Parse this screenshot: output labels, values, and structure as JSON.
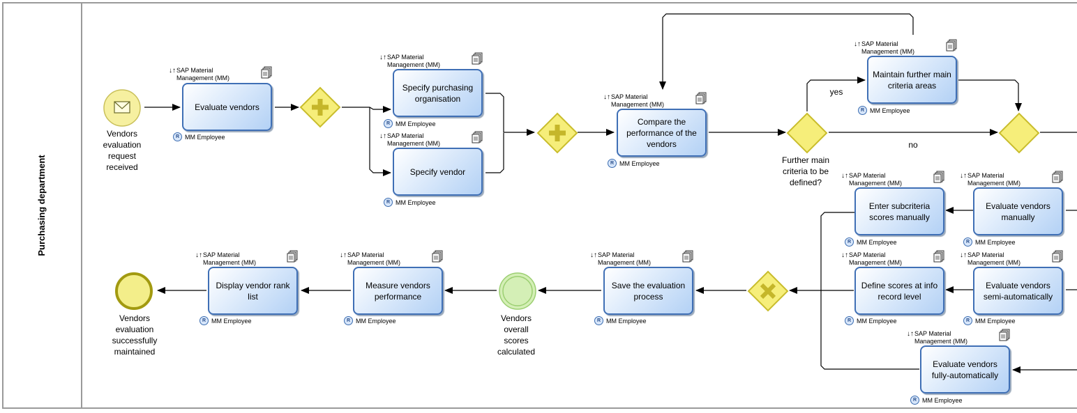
{
  "lane": {
    "title": "Purchasing department"
  },
  "system_label": "SAP Material Management (MM)",
  "role_label": "MM Employee",
  "role_badge": "R",
  "tasks": {
    "evaluate_vendors": "Evaluate vendors",
    "specify_purchasing_org": "Specify purchasing organisation",
    "specify_vendor": "Specify vendor",
    "compare_performance": "Compare the performance of the vendors",
    "maintain_further": "Maintain further main criteria areas",
    "enter_subcriteria": "Enter subcriteria scores manually",
    "evaluate_manually": "Evaluate vendors manually",
    "define_scores": "Define scores at info record level",
    "evaluate_semi": "Evaluate vendors semi-automatically",
    "evaluate_fully": "Evaluate vendors fully-automatically",
    "save_evaluation": "Save the evaluation process",
    "measure_performance": "Measure vendors performance",
    "display_rank": "Display vendor rank list"
  },
  "events": {
    "start": "Vendors evaluation request received",
    "intermediate": "Vendors overall scores calculated",
    "end": "Vendors evaluation successfully maintained"
  },
  "gateways": {
    "decision_question": "Further main criteria to be defined?",
    "yes_label": "yes",
    "no_label": "no"
  },
  "colors": {
    "task_border": "#3f6fb5",
    "task_fill": "#b3d1f5",
    "gateway_fill": "#f6ee7a",
    "gateway_border": "#c9bd2c",
    "start_event_fill": "#f6f0a0",
    "end_event_border": "#a29a10",
    "intermediate_fill": "#d4efb6"
  }
}
